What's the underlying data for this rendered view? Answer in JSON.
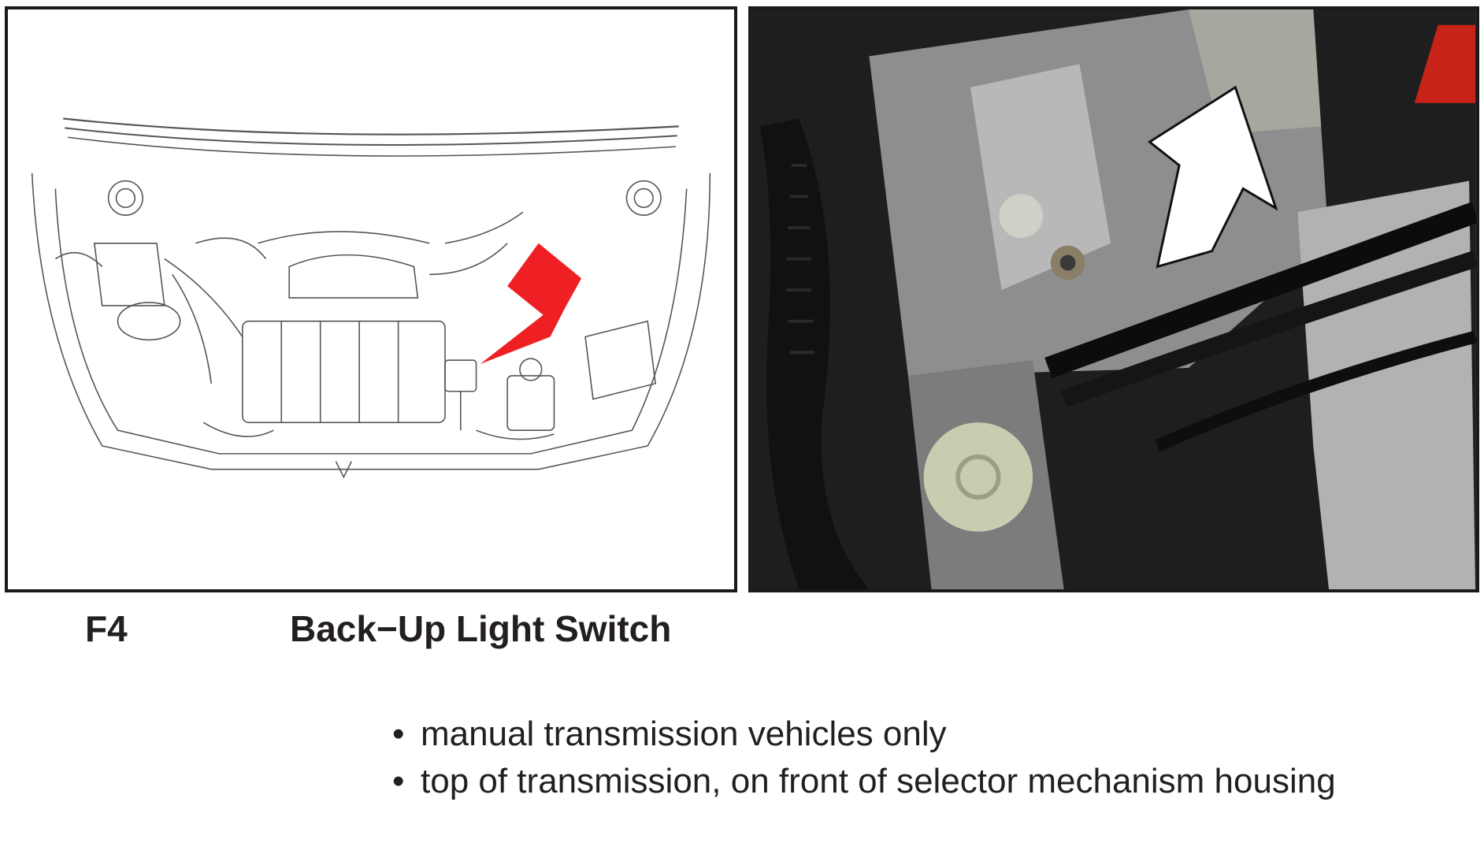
{
  "component": {
    "code": "F4",
    "name": "Back−Up Light Switch"
  },
  "notes": [
    "manual transmission vehicles only",
    "top of transmission, on front of selector mechanism housing"
  ],
  "bullet_glyph": "•",
  "diagram": {
    "pointer_color": "#ee2024"
  },
  "photo": {
    "pointer_color": "#ffffff"
  }
}
